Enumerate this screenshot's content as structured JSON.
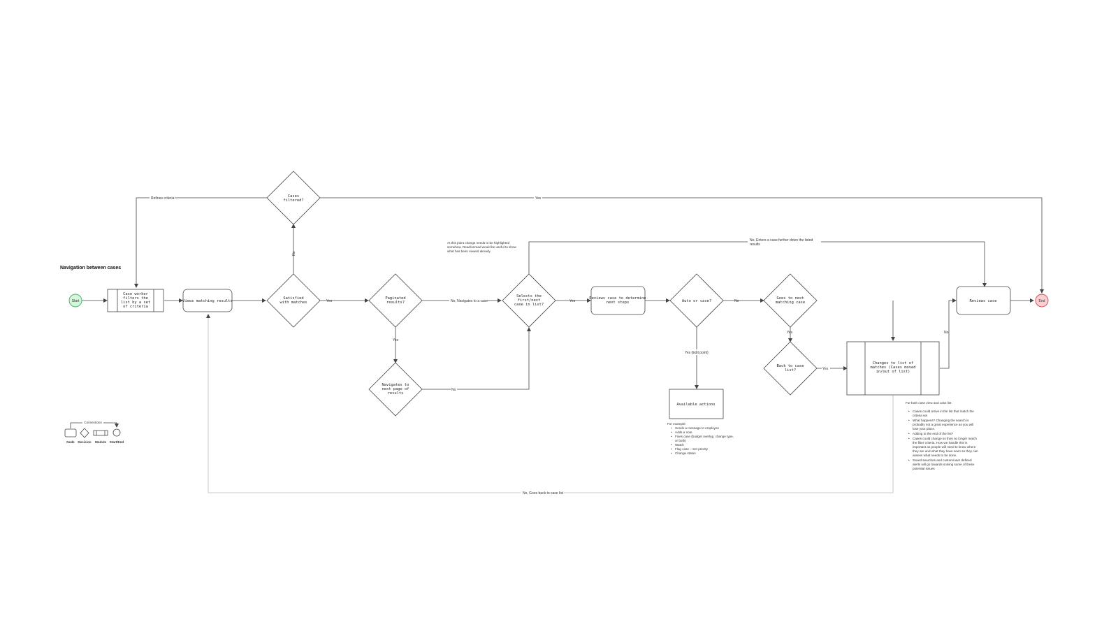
{
  "diagram": {
    "title": "Navigation between cases",
    "nodes": {
      "start": "Start",
      "end": "End",
      "filter_module": [
        "Case worker",
        "filters the",
        "list by a set",
        "of criteria"
      ],
      "views_results": "Views matching results",
      "satisfied": [
        "Satisfied",
        "with matches"
      ],
      "cases_filtered": [
        "Cases",
        "filtered?"
      ],
      "paginated": [
        "Paginated",
        "results?"
      ],
      "next_page": [
        "Navigates to",
        "next page of",
        "results"
      ],
      "select_case": [
        "Selects the",
        "first/next",
        "case in list?"
      ],
      "reviews_case": [
        "Reviews case to determine",
        "next steps"
      ],
      "auto_case": "Auto or case?",
      "available_actions": "Available actions",
      "goes_next": [
        "Goes to next",
        "matching case"
      ],
      "back_to_list": [
        "Back to case",
        "list?"
      ],
      "changes_list": [
        "Changes to list of",
        "matches (Cases moved",
        "in/out of list)"
      ],
      "reviews_case_final": "Reviews case"
    },
    "edges": {
      "refines_criteria": "Refines criteria",
      "yes_top": "Yes",
      "no_vertical": "No",
      "yes_1": "Yes",
      "no_navigates": "No, Navigates to a case",
      "yes_paginated": "Yes",
      "no_next_page": "No",
      "yes_2": "Yes",
      "no_auto": "No",
      "yes_edit": "Yes (Edit point)",
      "yes_goes_next": "Yes",
      "yes_back": "Yes",
      "no_changes": "No",
      "no_enters": [
        "No, Enters a case further down the listed",
        "results"
      ],
      "no_goes_back": "No, Goes back to case list"
    },
    "annotations": {
      "highlight_note": [
        "At this point change needs to be highlighted",
        "somehow. Read/unread would be useful to show",
        "what has been viewed already"
      ],
      "examples_title": "For example:",
      "examples": [
        "Sends a message to employee",
        "Adds a note",
        "Fixes case (budget overlap, change type,",
        "or both)",
        "Watch",
        "Flag case – Set priority",
        "Change status"
      ],
      "cases_note_title": "For both case view and case list",
      "cases_note": [
        [
          "Cases could arrive in the list that match the",
          "criteria set"
        ],
        [
          "What happens? Changing the search is",
          "probably not a great experience as you will",
          "lose your place."
        ],
        [
          "Adding to the end of the list?"
        ],
        [
          "Cases could change so they no longer match",
          "the filter criteria. How we handle this is",
          "important as people will need to know where",
          "they are and what they have seen so they can",
          "assess what needs to be done."
        ],
        [
          "Saved searches and custom/user defined",
          "alerts will go towards solving some of these",
          "potential issues"
        ]
      ]
    },
    "legend": {
      "connections": "Connections",
      "node": "Node",
      "decision": "Decision",
      "module": "Module",
      "start_end": "Start/End"
    },
    "colors": {
      "start_fill": "#d6f5dd",
      "start_stroke": "#3fae5a",
      "end_fill": "#f8d0d4",
      "end_stroke": "#d0454f",
      "line": "#444444",
      "loop_line": "#bbbbbb"
    }
  }
}
